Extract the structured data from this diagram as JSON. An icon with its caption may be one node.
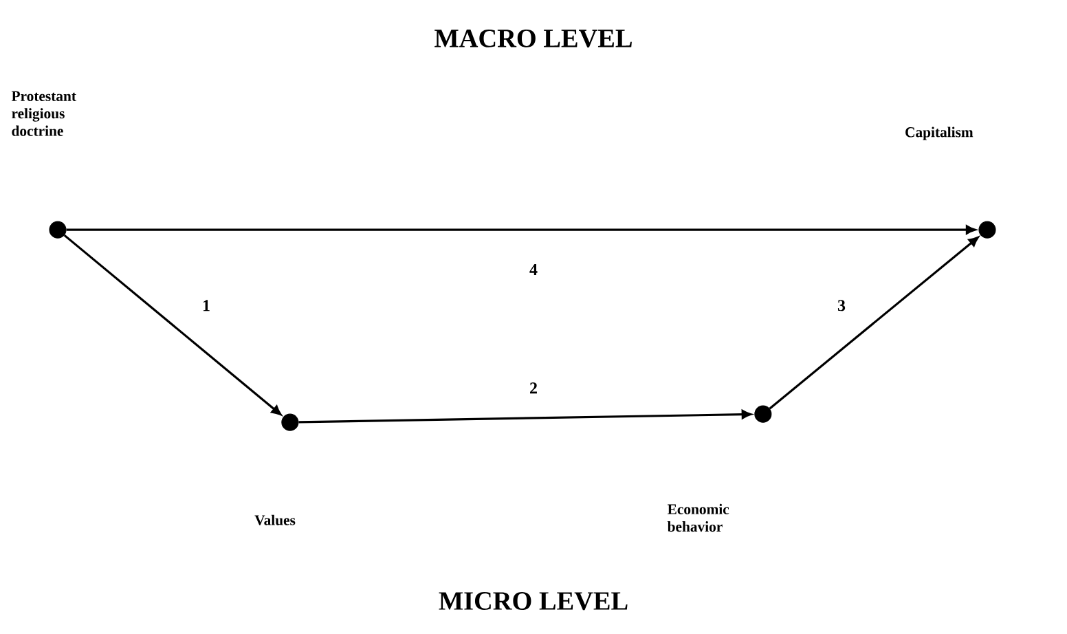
{
  "diagram": {
    "nodes": [
      {
        "text": [],
        "shape": "circle"
      },
      {
        "text": [],
        "shape": "circle"
      },
      {
        "text": [],
        "shape": "circle"
      },
      {
        "text": [],
        "shape": "circle"
      }
    ],
    "edges": [
      {
        "from": 0,
        "to": 3,
        "arrow": "to",
        "label": "4"
      },
      {
        "from": 0,
        "to": 1,
        "arrow": "to",
        "label": "1"
      },
      {
        "from": 1,
        "to": 2,
        "arrow": "to",
        "label": "2"
      },
      {
        "from": 2,
        "to": 3,
        "arrow": "to",
        "label": "3"
      }
    ],
    "labels": [
      "MACRO LEVEL",
      "Protestant religious doctrine",
      "Capitalism",
      "Values",
      "Economic behavior",
      "MICRO LEVEL"
    ]
  }
}
